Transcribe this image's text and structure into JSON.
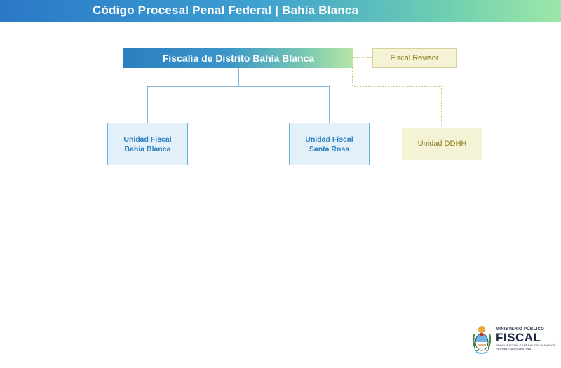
{
  "header": {
    "title": "Código Procesal Penal Federal | Bahía Blanca"
  },
  "diagram": {
    "root": {
      "label": "Fiscalía de Distrito Bahía Blanca"
    },
    "units": [
      {
        "line1": "Unidad Fiscal",
        "line2": "Bahía Blanca"
      },
      {
        "line1": "Unidad Fiscal",
        "line2": "Santa Rosa"
      }
    ],
    "side_nodes": {
      "fiscal_revisor": "Fiscal Revisor",
      "unidad_ddhh": "Unidad DDHH"
    }
  },
  "logo": {
    "line1": "MINISTERIO PÚBLICO",
    "line2": "FISCAL",
    "line3": "PROCURACIÓN GENERAL DE LA NACIÓN",
    "line4": "REPÚBLICA ARGENTINA"
  },
  "colors": {
    "connector_solid": "#3f8fc5",
    "connector_dotted": "#b5a62e",
    "unit_fill": "#e2f1f9",
    "unit_border": "#6db2d8",
    "side_fill": "#f4f3d6"
  }
}
